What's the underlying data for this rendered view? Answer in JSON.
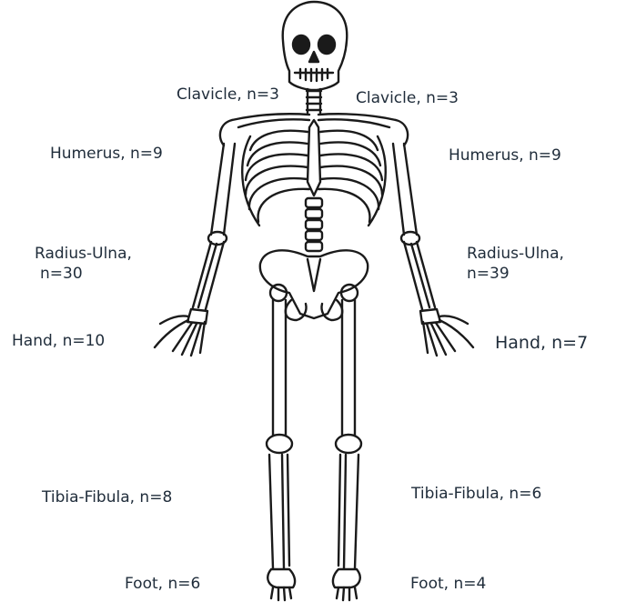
{
  "labels": {
    "clavicle_left": "Clavicle, n=3",
    "clavicle_right": "Clavicle, n=3",
    "humerus_left": "Humerus, n=9",
    "humerus_right": "Humerus, n=9",
    "radius_ulna_left_name": "Radius-Ulna,",
    "radius_ulna_left_count": "n=30",
    "radius_ulna_right_name": "Radius-Ulna,",
    "radius_ulna_right_count": "n=39",
    "hand_left": "Hand, n=10",
    "hand_right": "Hand, n=7",
    "tibia_fibula_left": "Tibia-Fibula, n=8",
    "tibia_fibula_right": "Tibia-Fibula, n=6",
    "foot_left": "Foot, n=6",
    "foot_right": "Foot, n=4"
  },
  "colors": {
    "line": "#1a1a1a",
    "text": "#1f2c3a"
  }
}
